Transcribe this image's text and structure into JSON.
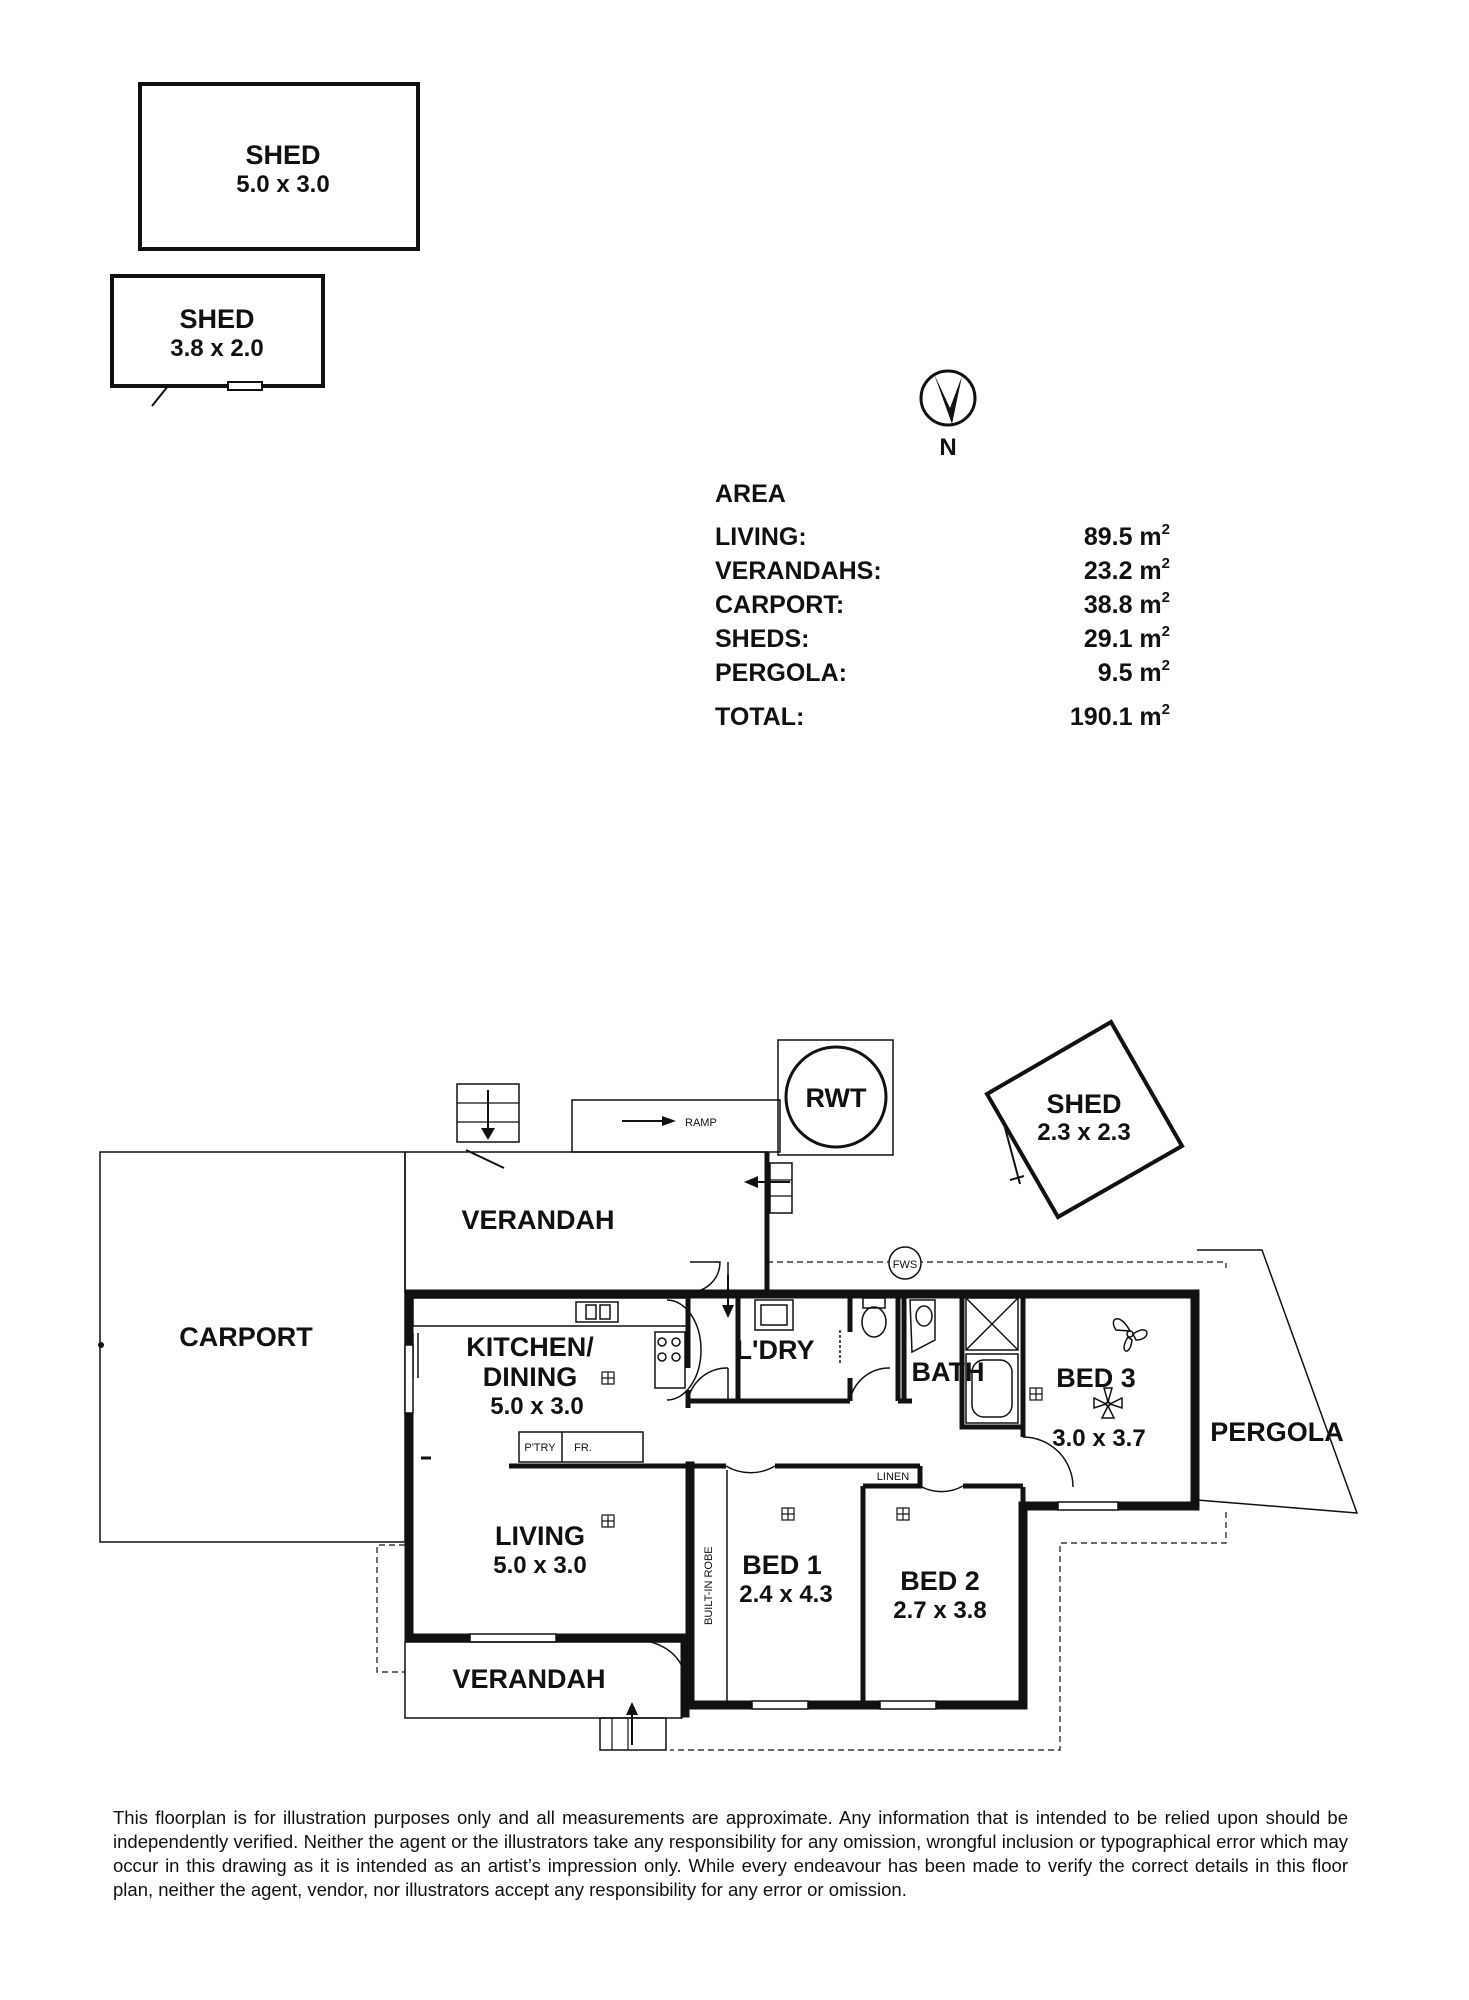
{
  "sheds": {
    "shed_top": {
      "label": "SHED",
      "dims": "5.0 x 3.0"
    },
    "shed_small": {
      "label": "SHED",
      "dims": "3.8 x 2.0"
    },
    "shed_rotated": {
      "label": "SHED",
      "dims": "2.3 x 2.3"
    }
  },
  "compass": {
    "label": "N"
  },
  "area": {
    "title": "AREA",
    "rows": [
      {
        "name": "LIVING:",
        "value": "89.5 m",
        "unit_sup": "2"
      },
      {
        "name": "VERANDAHS:",
        "value": "23.2 m",
        "unit_sup": "2"
      },
      {
        "name": "CARPORT:",
        "value": "38.8 m",
        "unit_sup": "2"
      },
      {
        "name": "SHEDS:",
        "value": "29.1 m",
        "unit_sup": "2"
      },
      {
        "name": "PERGOLA:",
        "value": "9.5 m",
        "unit_sup": "2"
      }
    ],
    "total": {
      "name": "TOTAL:",
      "value": "190.1 m",
      "unit_sup": "2"
    }
  },
  "rooms": {
    "rwt": "RWT",
    "ramp": "RAMP",
    "verandah_top": "VERANDAH",
    "fws": "FWS",
    "carport": "CARPORT",
    "kitchen_line1": "KITCHEN/",
    "kitchen_line2": "DINING",
    "kitchen_dims": "5.0 x 3.0",
    "pantry": "P'TRY",
    "fridge": "FR.",
    "laundry": "L'DRY",
    "bath": "BATH",
    "bed3": "BED 3",
    "bed3_dims": "3.0 x 3.7",
    "pergola": "PERGOLA",
    "linen": "LINEN",
    "living": "LIVING",
    "living_dims": "5.0 x 3.0",
    "built_in_robe": "BUILT-IN ROBE",
    "bed1": "BED 1",
    "bed1_dims": "2.4 x 4.3",
    "bed2": "BED 2",
    "bed2_dims": "2.7 x 3.8",
    "verandah_bottom": "VERANDAH"
  },
  "disclaimer": "This floorplan is for illustration purposes only and all measurements are approximate. Any information that is intended to be relied upon should be independently verified. Neither the agent or the illustrators take any responsibility for any omission, wrongful inclusion or typographical error which may occur in this drawing as it is intended as an artist’s impression only. While every endeavour has been made to verify the correct details in this floor plan, neither the agent, vendor, nor illustrators accept any responsibility for any error or omission."
}
